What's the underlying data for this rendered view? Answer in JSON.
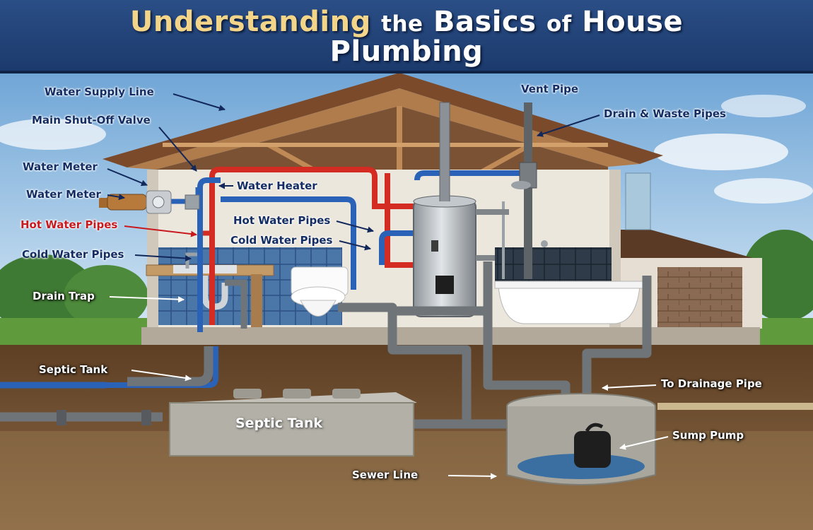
{
  "title": {
    "accent": "Understanding",
    "word_the": "the",
    "word_basics": "Basics",
    "word_of": "of",
    "word_house": "House",
    "line2": "Plumbing"
  },
  "labels": {
    "water_supply_line": "Water Supply Line",
    "main_shutoff_valve": "Main Shut-Off Valve",
    "water_meter_1": "Water Meter",
    "water_meter_2": "Water Meter",
    "hot_water_pipes_left": "Hot Water Pipes",
    "cold_water_pipes_left": "Cold Water Pipes",
    "drain_trap": "Drain Trap",
    "septic_tank_left": "Septic Tank",
    "water_heater": "Water Heater",
    "hot_water_pipes_center": "Hot Water Pipes",
    "cold_water_pipes_center": "Cold Water Pipes",
    "vent_pipe": "Vent Pipe",
    "drain_waste_pipes": "Drain & Waste Pipes",
    "to_drainage_pipe": "To Drainage Pipe",
    "sump_pump": "Sump Pump",
    "sewer_line": "Sewer Line",
    "septic_tank_body": "Septic Tank"
  },
  "colors": {
    "title_bar": "#1c3a6c",
    "title_accent": "#f3d58a",
    "hot_pipe": "#d42b22",
    "cold_pipe": "#2a62b8",
    "drain_pipe": "#707478",
    "label_navy": "#142e63",
    "label_red": "#c8191e",
    "soil": "#7a5a3c",
    "grass": "#5f9a3c"
  }
}
